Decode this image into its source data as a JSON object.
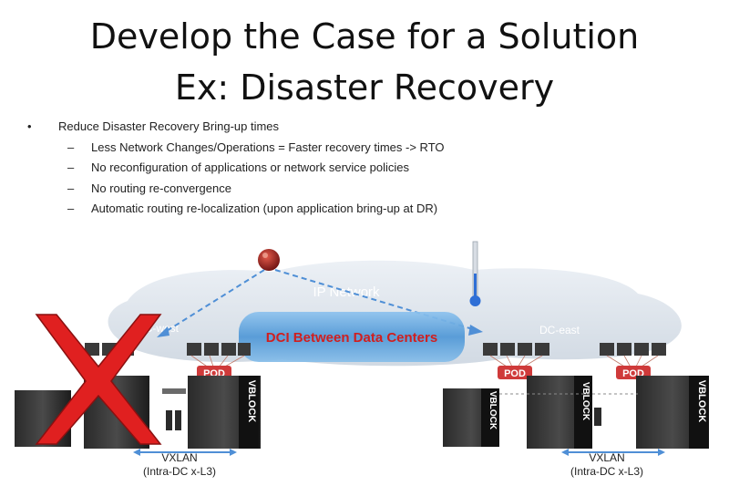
{
  "title": {
    "line1": "Develop the Case for a Solution",
    "line2": "Ex: Disaster Recovery"
  },
  "bullets": {
    "main": "Reduce Disaster Recovery Bring-up times",
    "sub": [
      "Less Network Changes/Operations = Faster recovery times -> RTO",
      "No reconfiguration of applications or network service policies",
      "No routing re-convergence",
      "Automatic routing re-localization (upon application bring-up at DR)"
    ]
  },
  "diagram": {
    "cloud_label": "IP Network",
    "dci_label": "DCI Between Data Centers",
    "dc_west_label": "DC-west",
    "dc_east_label": "DC-east",
    "pod_label": "POD",
    "vblock_label": "VBLOCK",
    "vxlan_label": "VXLAN",
    "intra_dc_label": "(Intra-DC x-L3)",
    "colors": {
      "dci_bar": "#4f97d6",
      "dci_text": "#d01f1f",
      "pod": "#cf3a3a",
      "cross": "#e02020"
    }
  }
}
